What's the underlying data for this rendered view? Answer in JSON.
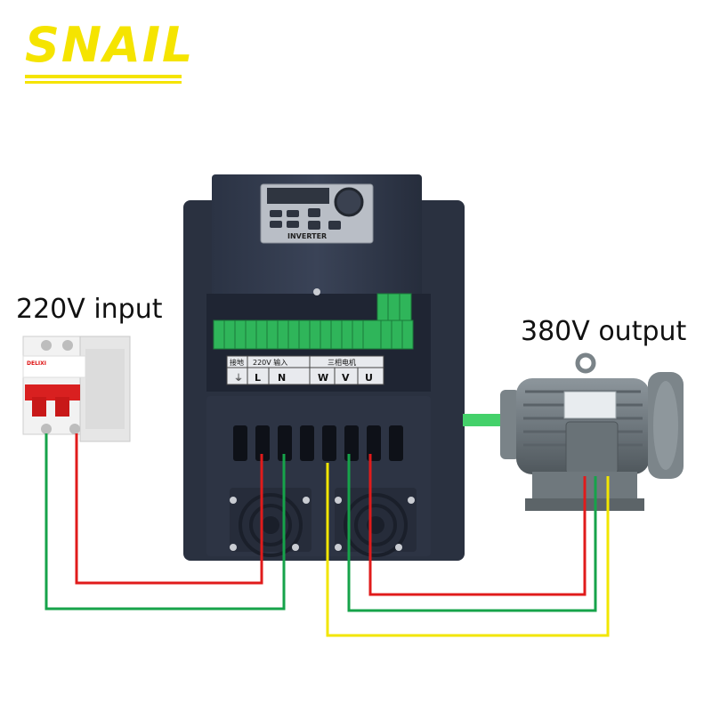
{
  "brand": {
    "name": "SNAIL",
    "color": "#f5e400"
  },
  "labels": {
    "input": "220V input",
    "output": "380V output"
  },
  "inverter": {
    "panel_title": "INVERTER",
    "terminal_ground": "接地",
    "terminal_input": "220V 输入",
    "terminal_motor": "三相电机",
    "terminal_l": "L",
    "terminal_n": "N",
    "terminal_w": "W",
    "terminal_v": "V",
    "terminal_u": "U"
  },
  "breaker": {
    "brand": "DELIXI"
  },
  "wire_colors": {
    "red": "#e01b1b",
    "green": "#16a34a",
    "yellow": "#f2e600"
  }
}
